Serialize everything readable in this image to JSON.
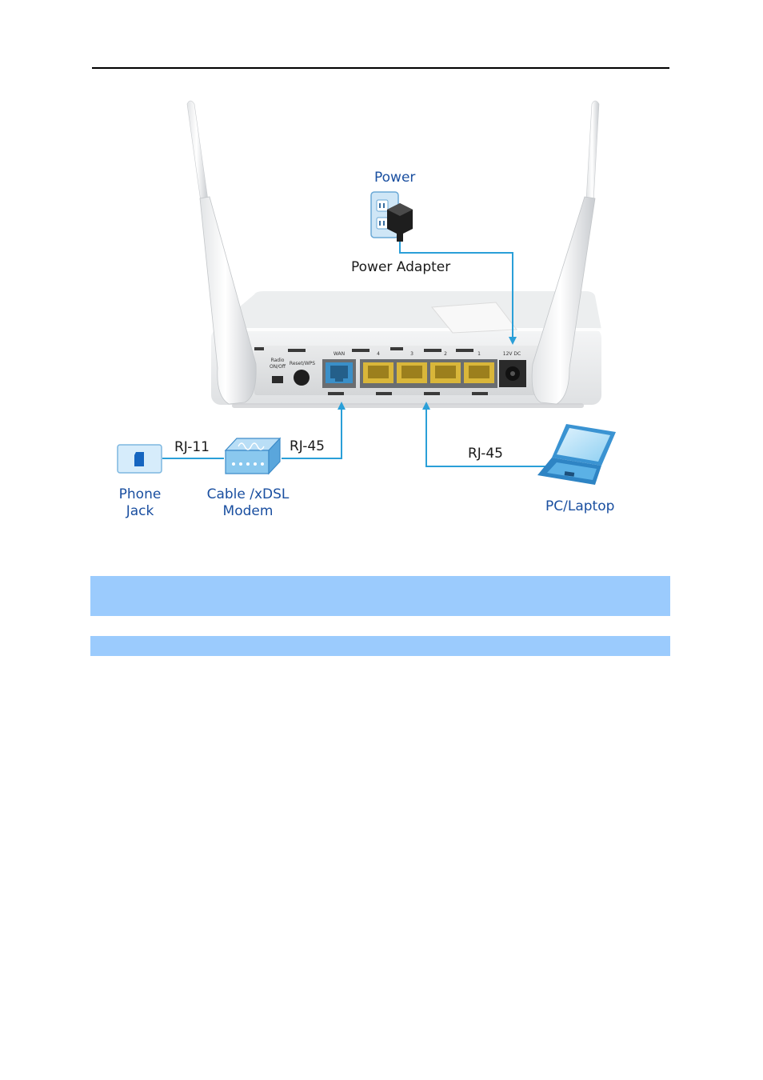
{
  "colors": {
    "label_blue": "#1a4fa0",
    "cable_blue": "#2a9fd8",
    "band_blue": "#9bcbfd",
    "port_yellow": "#d9b63a",
    "wan_port_blue": "#3a8fc8"
  },
  "labels": {
    "power": "Power",
    "power_adapter": "Power Adapter",
    "rj11": "RJ-11",
    "rj45_wan": "RJ-45",
    "rj45_lan": "RJ-45",
    "phone_jack_line1": "Phone",
    "phone_jack_line2": "Jack",
    "modem_line1": "Cable /xDSL",
    "modem_line2": "Modem",
    "pc_laptop": "PC/Laptop"
  },
  "router_panel": {
    "radio_line1": "Radio",
    "radio_line2": "ON/Off",
    "reset": "Reset/WPS",
    "wan": "WAN",
    "lan_ports": [
      "4",
      "3",
      "2",
      "1"
    ],
    "power_in": "12V DC"
  },
  "icons": [
    "power-outlet-icon",
    "power-adapter-icon",
    "phone-jack-icon",
    "modem-icon",
    "laptop-icon",
    "router-icon"
  ]
}
